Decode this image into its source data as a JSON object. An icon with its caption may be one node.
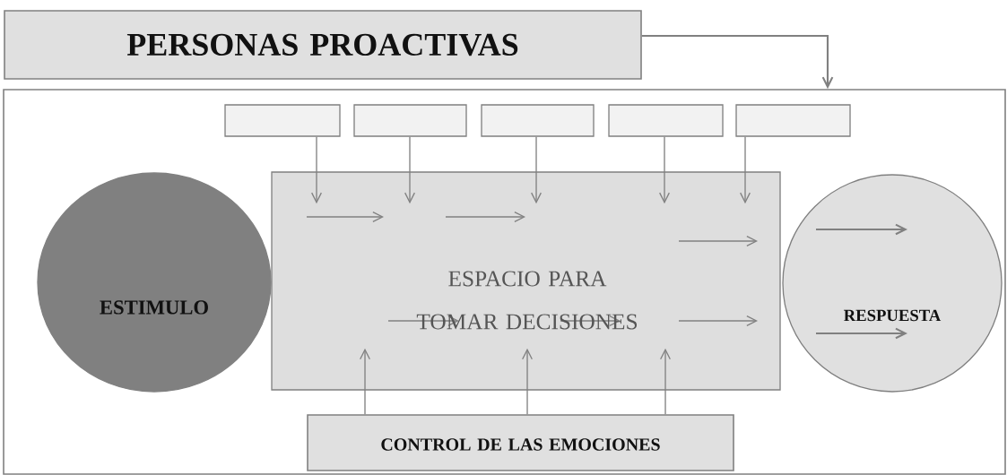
{
  "diagram": {
    "nodes": [
      {
        "text": [
          "PERSONAS PROACTIVAS"
        ]
      },
      {
        "text": [],
        "shape": "box"
      },
      {
        "text": [],
        "shape": "box",
        "in": 1
      },
      {
        "text": [],
        "shape": "box",
        "in": 1
      },
      {
        "text": [],
        "shape": "box",
        "in": 1
      },
      {
        "text": [],
        "shape": "box",
        "in": 1
      },
      {
        "text": [],
        "shape": "box",
        "in": 1
      },
      {
        "text": [
          "ESTIMULO"
        ],
        "in": 1
      },
      {
        "text": [
          "ESPACIO PARA TOMAR DECISIONES"
        ],
        "in": 1
      },
      {
        "text": [
          "RESPUESTA"
        ],
        "in": 1
      },
      {
        "text": [
          "CONTROL DE LAS EMOCIONES"
        ],
        "in": 1
      }
    ],
    "edges": [
      {
        "from": 0,
        "to": 1,
        "arrow": "to"
      },
      {
        "from": 2,
        "to": 8,
        "arrow": "to"
      },
      {
        "from": 3,
        "to": 8,
        "arrow": "to"
      },
      {
        "from": 4,
        "to": 8,
        "arrow": "to"
      },
      {
        "from": 5,
        "to": 8,
        "arrow": "to"
      },
      {
        "from": 6,
        "to": 8,
        "arrow": "to"
      },
      {
        "from": 10,
        "to": 8,
        "arrow": "to"
      },
      {
        "from": 10,
        "to": 8,
        "arrow": "to"
      },
      {
        "from": 10,
        "to": 8,
        "arrow": "to"
      }
    ]
  }
}
